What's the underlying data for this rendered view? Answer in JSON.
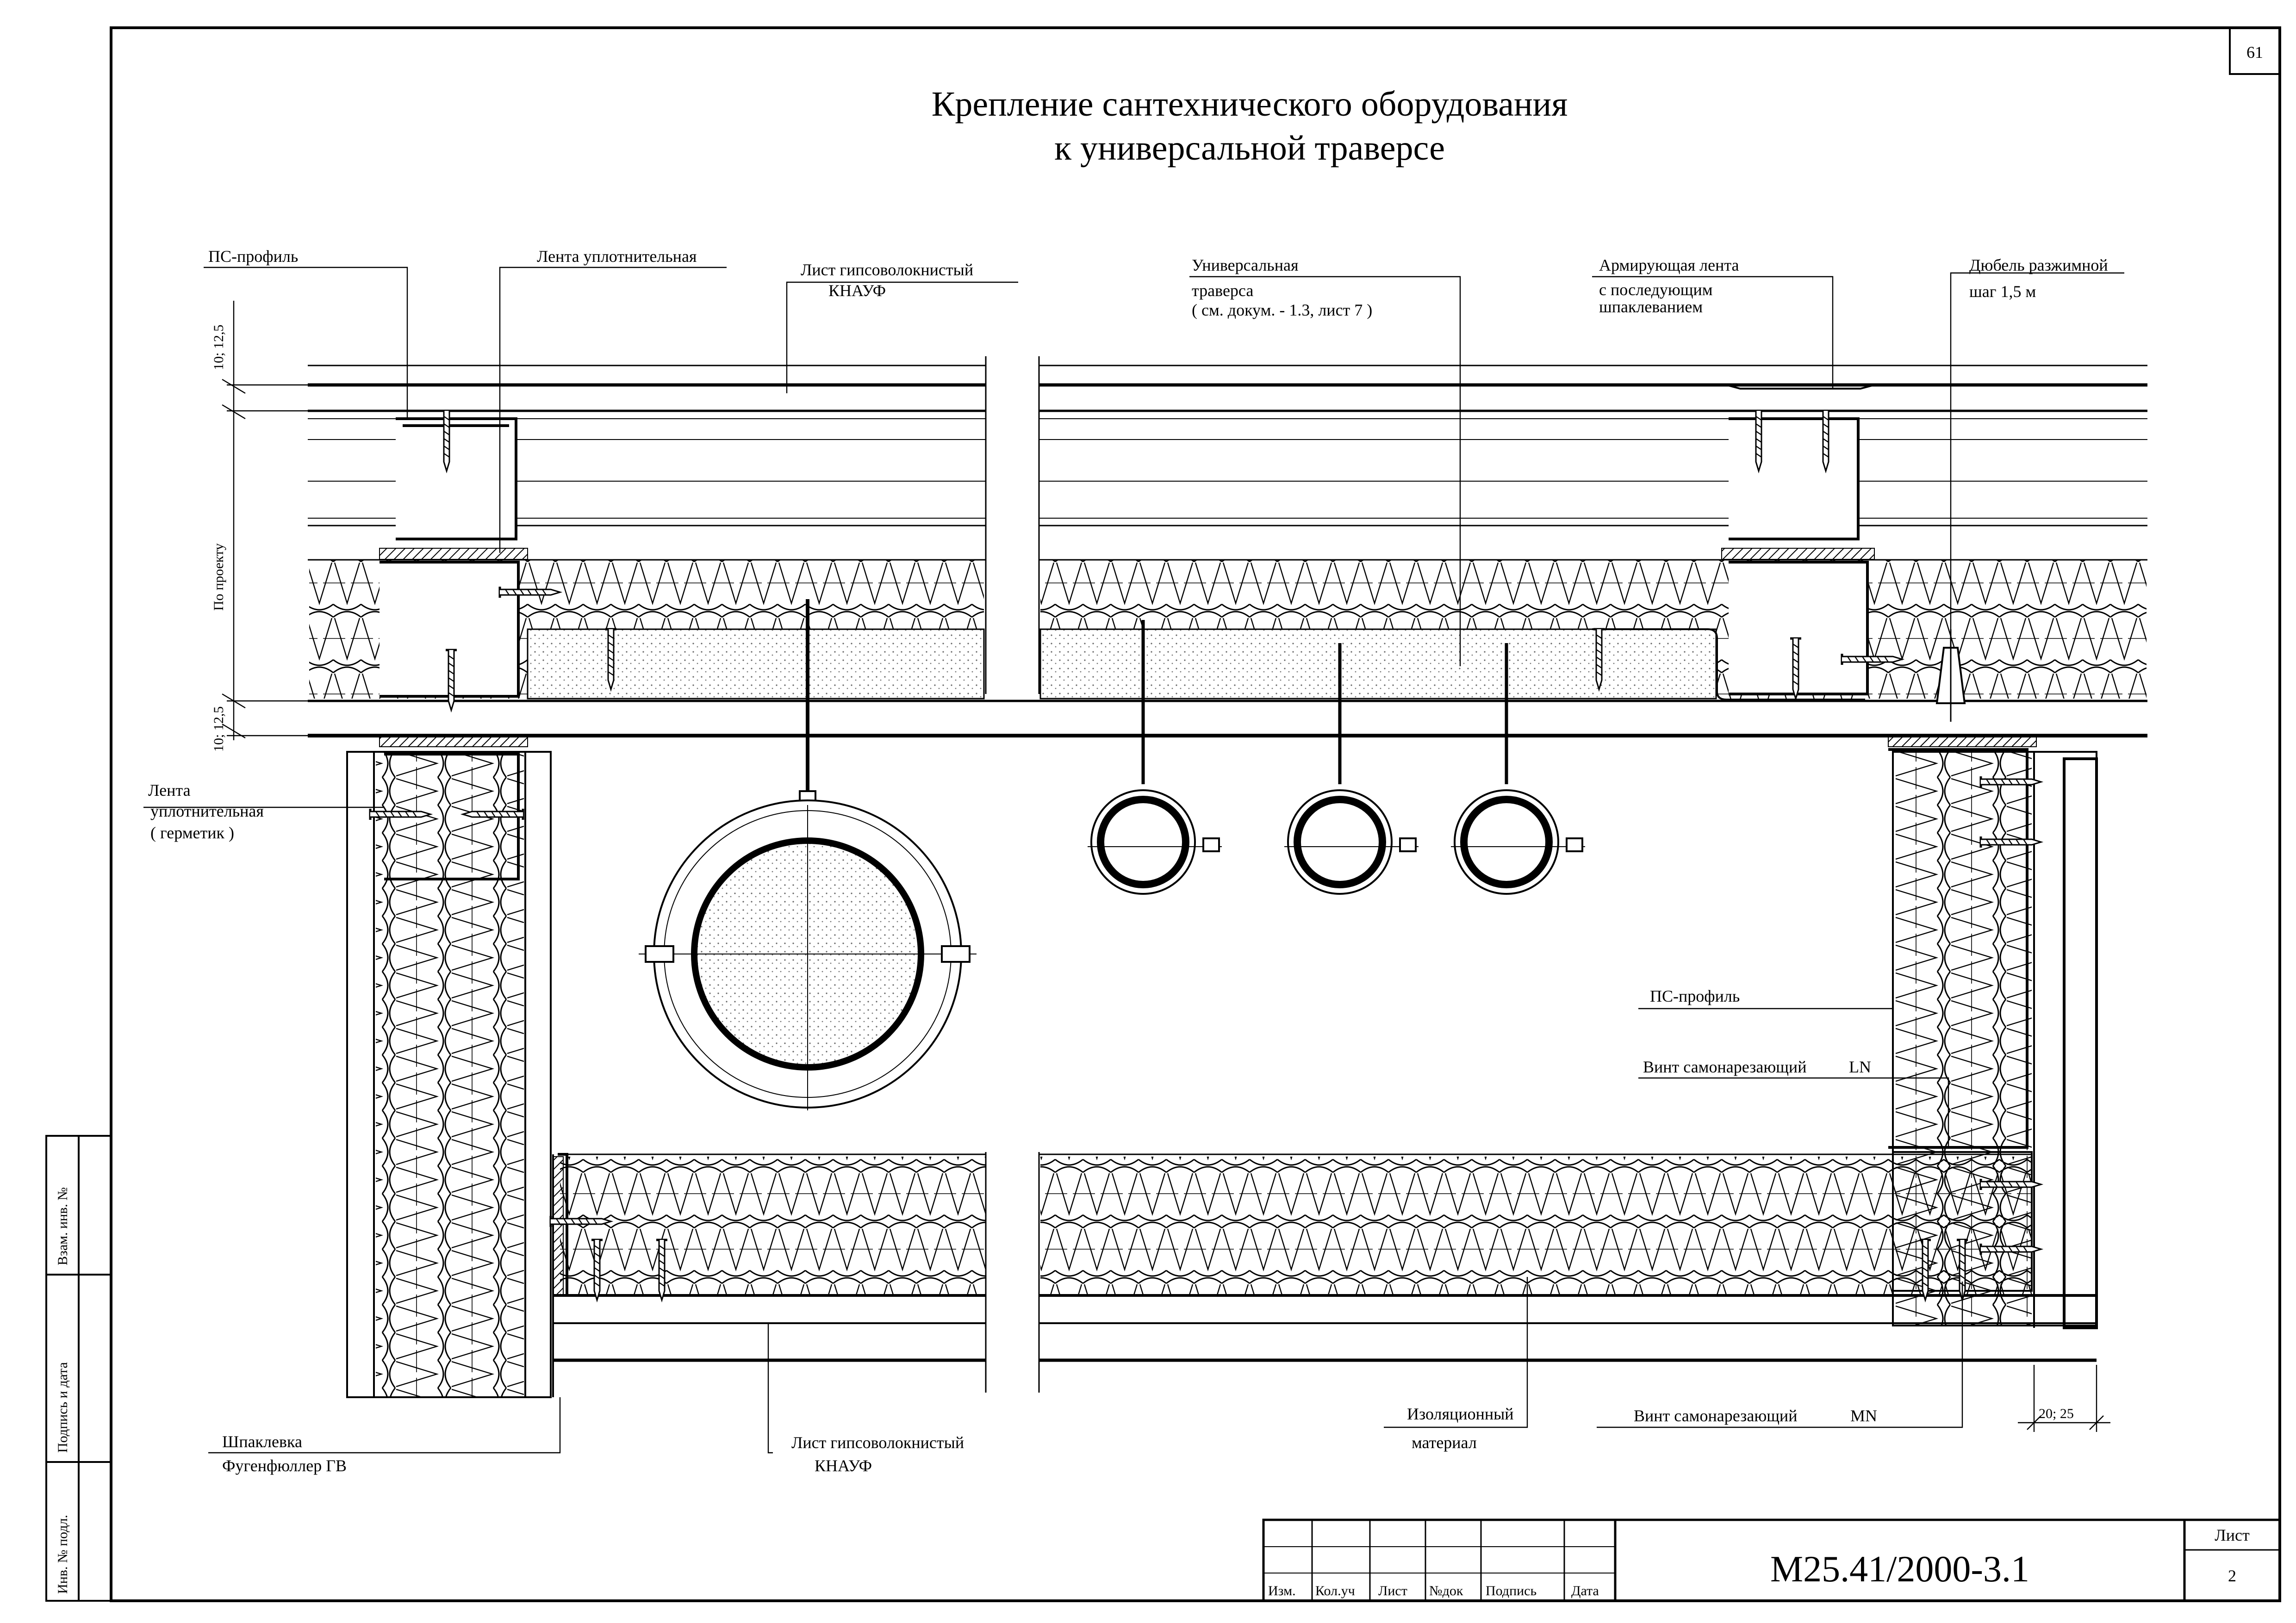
{
  "page_number": "61",
  "title": {
    "line1": "Крепление сантехнического оборудования",
    "line2": "к универсальной траверсе"
  },
  "labels": {
    "ps_profile_top": "ПС-профиль",
    "sealing_tape_top": "Лента уплотнительная",
    "gvl_top_line1": "Лист гипсоволокнистый",
    "gvl_top_line2": "КНАУФ",
    "traverse_line1": "Универсальная",
    "traverse_line2": "траверса",
    "traverse_line3": "( см. докум. - 1.3, лист 7 )",
    "reinforcing_line1": "Армирующая лента",
    "reinforcing_line2": "с последующим",
    "reinforcing_line3": "шпаклеванием",
    "dowel_line1": "Дюбель разжимной",
    "dowel_line2": "шаг 1,5 м",
    "sealing_left_line1": "Лента",
    "sealing_left_line2": "уплотнительная",
    "sealing_left_line3": "( герметик )",
    "ps_profile_right": "ПС-профиль",
    "screw_ln": "Винт самонарезающий",
    "screw_ln_code": "LN",
    "putty_line1": "Шпаклевка",
    "putty_line2": "Фугенфюллер ГВ",
    "gvl_bottom_line1": "Лист гипсоволокнистый",
    "gvl_bottom_line2": "КНАУФ",
    "insulation_line1": "Изоляционный",
    "insulation_line2": "материал",
    "screw_mn": "Винт самонарезающий",
    "screw_mn_code": "MN"
  },
  "dimensions": {
    "top": "10; 12,5",
    "middle": "По проекту",
    "bottom": "10; 12,5",
    "right_bottom": "20; 25"
  },
  "side_stamp": {
    "field1": "Взам. инв. №",
    "field2": "Подпись и дата",
    "field3": "Инв. № подл."
  },
  "title_block": {
    "headers": [
      "Изм.",
      "Кол.уч",
      "Лист",
      "№док",
      "Подпись",
      "Дата"
    ],
    "document_code": "М25.41/2000-3.1",
    "sheet_label": "Лист",
    "sheet_number": "2"
  }
}
